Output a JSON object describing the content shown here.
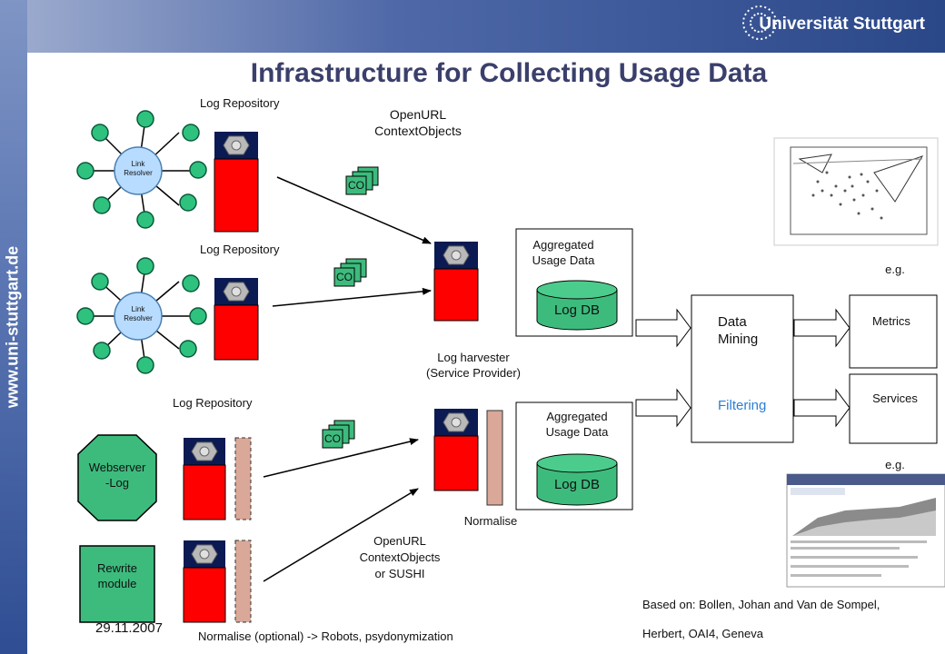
{
  "header": {
    "university": "Universität Stuttgart",
    "side_url": "www.uni-stuttgart.de"
  },
  "title": "Infrastructure for Collecting Usage Data",
  "labels": {
    "log_repository": "Log Repository",
    "openurl_top_1": "OpenURL",
    "openurl_top_2": "ContextObjects",
    "co": "CO",
    "link_resolver": "Link Resolver",
    "aggregated_1": "Aggregated",
    "aggregated_2": "Usage Data",
    "log_db": "Log DB",
    "log_harvester_1": "Log harvester",
    "log_harvester_2": "(Service Provider)",
    "data_mining_1": "Data",
    "data_mining_2": "Mining",
    "filtering": "Filtering",
    "metrics": "Metrics",
    "services": "Services",
    "eg": "e.g.",
    "webserver_1": "Webserver",
    "webserver_2": "-Log",
    "rewrite_1": "Rewrite",
    "rewrite_2": "module",
    "normalise": "Normalise",
    "openurl_bottom_1": "OpenURL",
    "openurl_bottom_2": "ContextObjects",
    "openurl_bottom_3": "or SUSHI",
    "normalise_optional": "Normalise (optional) -> Robots, psydonymization",
    "date": "29.11.2007",
    "based_on_1": "Based on: Bollen, Johan and Van de Sompel,",
    "based_on_2": "Herbert,   OAI4, Geneva"
  },
  "colors": {
    "server_red": "#ff0000",
    "server_navy": "#0b1a52",
    "node_green": "#2ec27e",
    "resolver_blue": "#b7dcff",
    "box_green": "#3dbb7d",
    "normalise_tan": "#d9a899",
    "title": "#3a3f6b"
  }
}
